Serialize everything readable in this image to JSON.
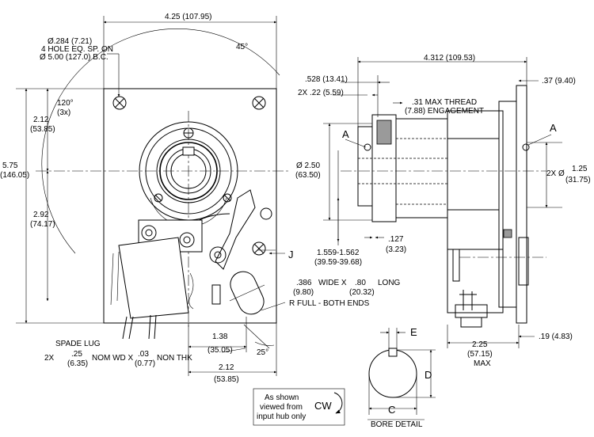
{
  "front_view": {
    "width_dim": "4.25 (107.95)",
    "hole_dia": "Ø.284 (7.21)",
    "hole_spec": "4 HOLE EQ. SP. ON",
    "bolt_circle": "Ø 5.00 (127.0) B.C.",
    "angle_45": "45°",
    "angle_120": "120°",
    "angle_120_qty": "(3x)",
    "dim_212_top_in": "2.12",
    "dim_212_top_mm": "(53.85)",
    "dim_575_in": "5.75",
    "dim_575_mm": "(146.05)",
    "dim_292_in": "2.92",
    "dim_292_mm": "(74.17)",
    "label_j": "J",
    "slot_wide_in": ".386",
    "slot_wide_mm": "(9.80)",
    "slot_wide_label": "WIDE X",
    "slot_long_in": ".80",
    "slot_long_mm": "(20.32)",
    "slot_long_label": "LONG",
    "slot_ends": "R FULL - BOTH ENDS",
    "spade_lug": "SPADE LUG",
    "lug_qty": "2X",
    "lug_wd_in": ".25",
    "lug_wd_mm": "(6.35)",
    "lug_wd_label": "NOM WD X",
    "lug_thk_in": ".03",
    "lug_thk_mm": "(0.77)",
    "lug_thk_label": "NON THK",
    "dim_138_in": "1.38",
    "dim_138_mm": "(35.05)",
    "angle_25": "25°",
    "dim_212_bot_in": "2.12",
    "dim_212_bot_mm": "(53.85)"
  },
  "side_view": {
    "overall_length": "4.312 (109.53)",
    "dim_528": ".528 (13.41)",
    "dim_2x22": "2X .22 (5.59)",
    "max_thread_1": ".31 MAX THREAD",
    "max_thread_2": "(7.88) ENGAGEMENT",
    "dim_37": ".37 (9.40)",
    "label_a_left": "A",
    "label_a_right": "A",
    "dia_250_in": "Ø 2.50",
    "dia_250_mm": "(63.50)",
    "dia_125_prefix": "2X Ø",
    "dia_125_in": "1.25",
    "dia_125_mm": "(31.75)",
    "dim_1559_in": "1.559-1.562",
    "dim_1559_mm": "(39.59-39.68)",
    "dim_127_in": ".127",
    "dim_127_mm": "(3.23)",
    "dim_225_in": "2.25",
    "dim_225_mm": "(57.15)",
    "dim_225_max": "MAX",
    "dim_19": ".19 (4.83)"
  },
  "bore_detail": {
    "label_e": "E",
    "label_d": "D",
    "label_c": "C",
    "title": "BORE DETAIL"
  },
  "note_box": {
    "line1": "As shown",
    "line2": "viewed from",
    "line3": "input hub only",
    "direction": "CW"
  }
}
